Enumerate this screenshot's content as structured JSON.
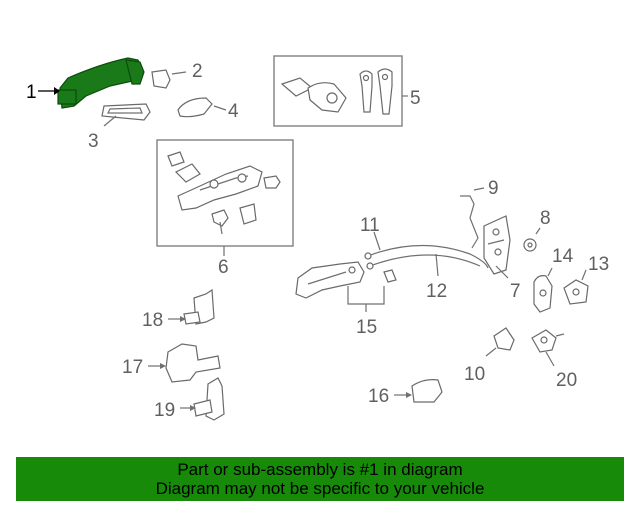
{
  "callouts": {
    "c1": "1",
    "c2": "2",
    "c3": "3",
    "c4": "4",
    "c5": "5",
    "c6": "6",
    "c7": "7",
    "c8": "8",
    "c9": "9",
    "c10": "10",
    "c11": "11",
    "c12": "12",
    "c13": "13",
    "c14": "14",
    "c15": "15",
    "c16": "16",
    "c17": "17",
    "c18": "18",
    "c19": "19",
    "c20": "20"
  },
  "highlight_color": "#178a0a",
  "banner": {
    "line1": "Part or sub-assembly is #1 in diagram",
    "line2": "Diagram may not be specific to your vehicle"
  }
}
